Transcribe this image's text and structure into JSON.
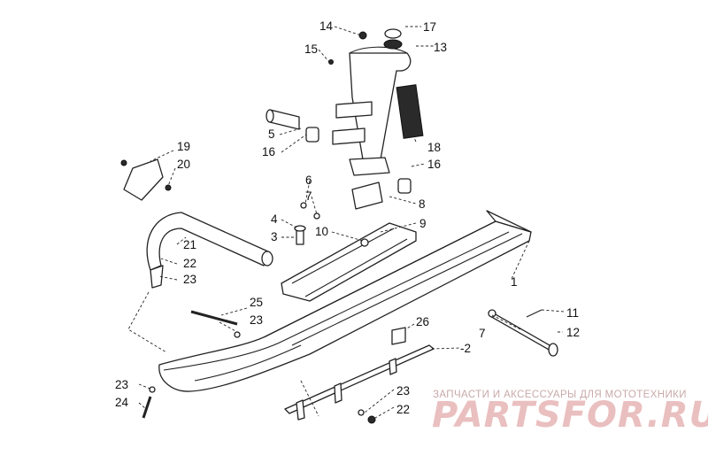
{
  "diagram": {
    "callouts": [
      {
        "id": "c1",
        "label": "1"
      },
      {
        "id": "c2",
        "label": "-2"
      },
      {
        "id": "c3",
        "label": "3"
      },
      {
        "id": "c4",
        "label": "4"
      },
      {
        "id": "c5",
        "label": "5"
      },
      {
        "id": "c6",
        "label": "6"
      },
      {
        "id": "c7a",
        "label": "7"
      },
      {
        "id": "c7b",
        "label": "7"
      },
      {
        "id": "c8",
        "label": "8"
      },
      {
        "id": "c9",
        "label": "9"
      },
      {
        "id": "c10",
        "label": "10"
      },
      {
        "id": "c11",
        "label": "11"
      },
      {
        "id": "c12",
        "label": "12"
      },
      {
        "id": "c13",
        "label": "13"
      },
      {
        "id": "c14",
        "label": "14"
      },
      {
        "id": "c15",
        "label": "15"
      },
      {
        "id": "c16a",
        "label": "16"
      },
      {
        "id": "c16b",
        "label": "16"
      },
      {
        "id": "c17",
        "label": "17"
      },
      {
        "id": "c18",
        "label": "18"
      },
      {
        "id": "c19",
        "label": "19"
      },
      {
        "id": "c20",
        "label": "20"
      },
      {
        "id": "c21",
        "label": "21"
      },
      {
        "id": "c22a",
        "label": "22"
      },
      {
        "id": "c22b",
        "label": "22"
      },
      {
        "id": "c23a",
        "label": "23"
      },
      {
        "id": "c23b",
        "label": "23"
      },
      {
        "id": "c23c",
        "label": "23"
      },
      {
        "id": "c23d",
        "label": "23"
      },
      {
        "id": "c24",
        "label": "24"
      },
      {
        "id": "c25",
        "label": "25"
      },
      {
        "id": "c26",
        "label": "26"
      }
    ]
  },
  "watermark": {
    "tagline": "ЗАПЧАСТИ И АКСЕССУАРЫ ДЛЯ МОТОТЕХНИКИ",
    "logo_text": "PARTSFOR.RU",
    "color": "#d98c8c"
  }
}
